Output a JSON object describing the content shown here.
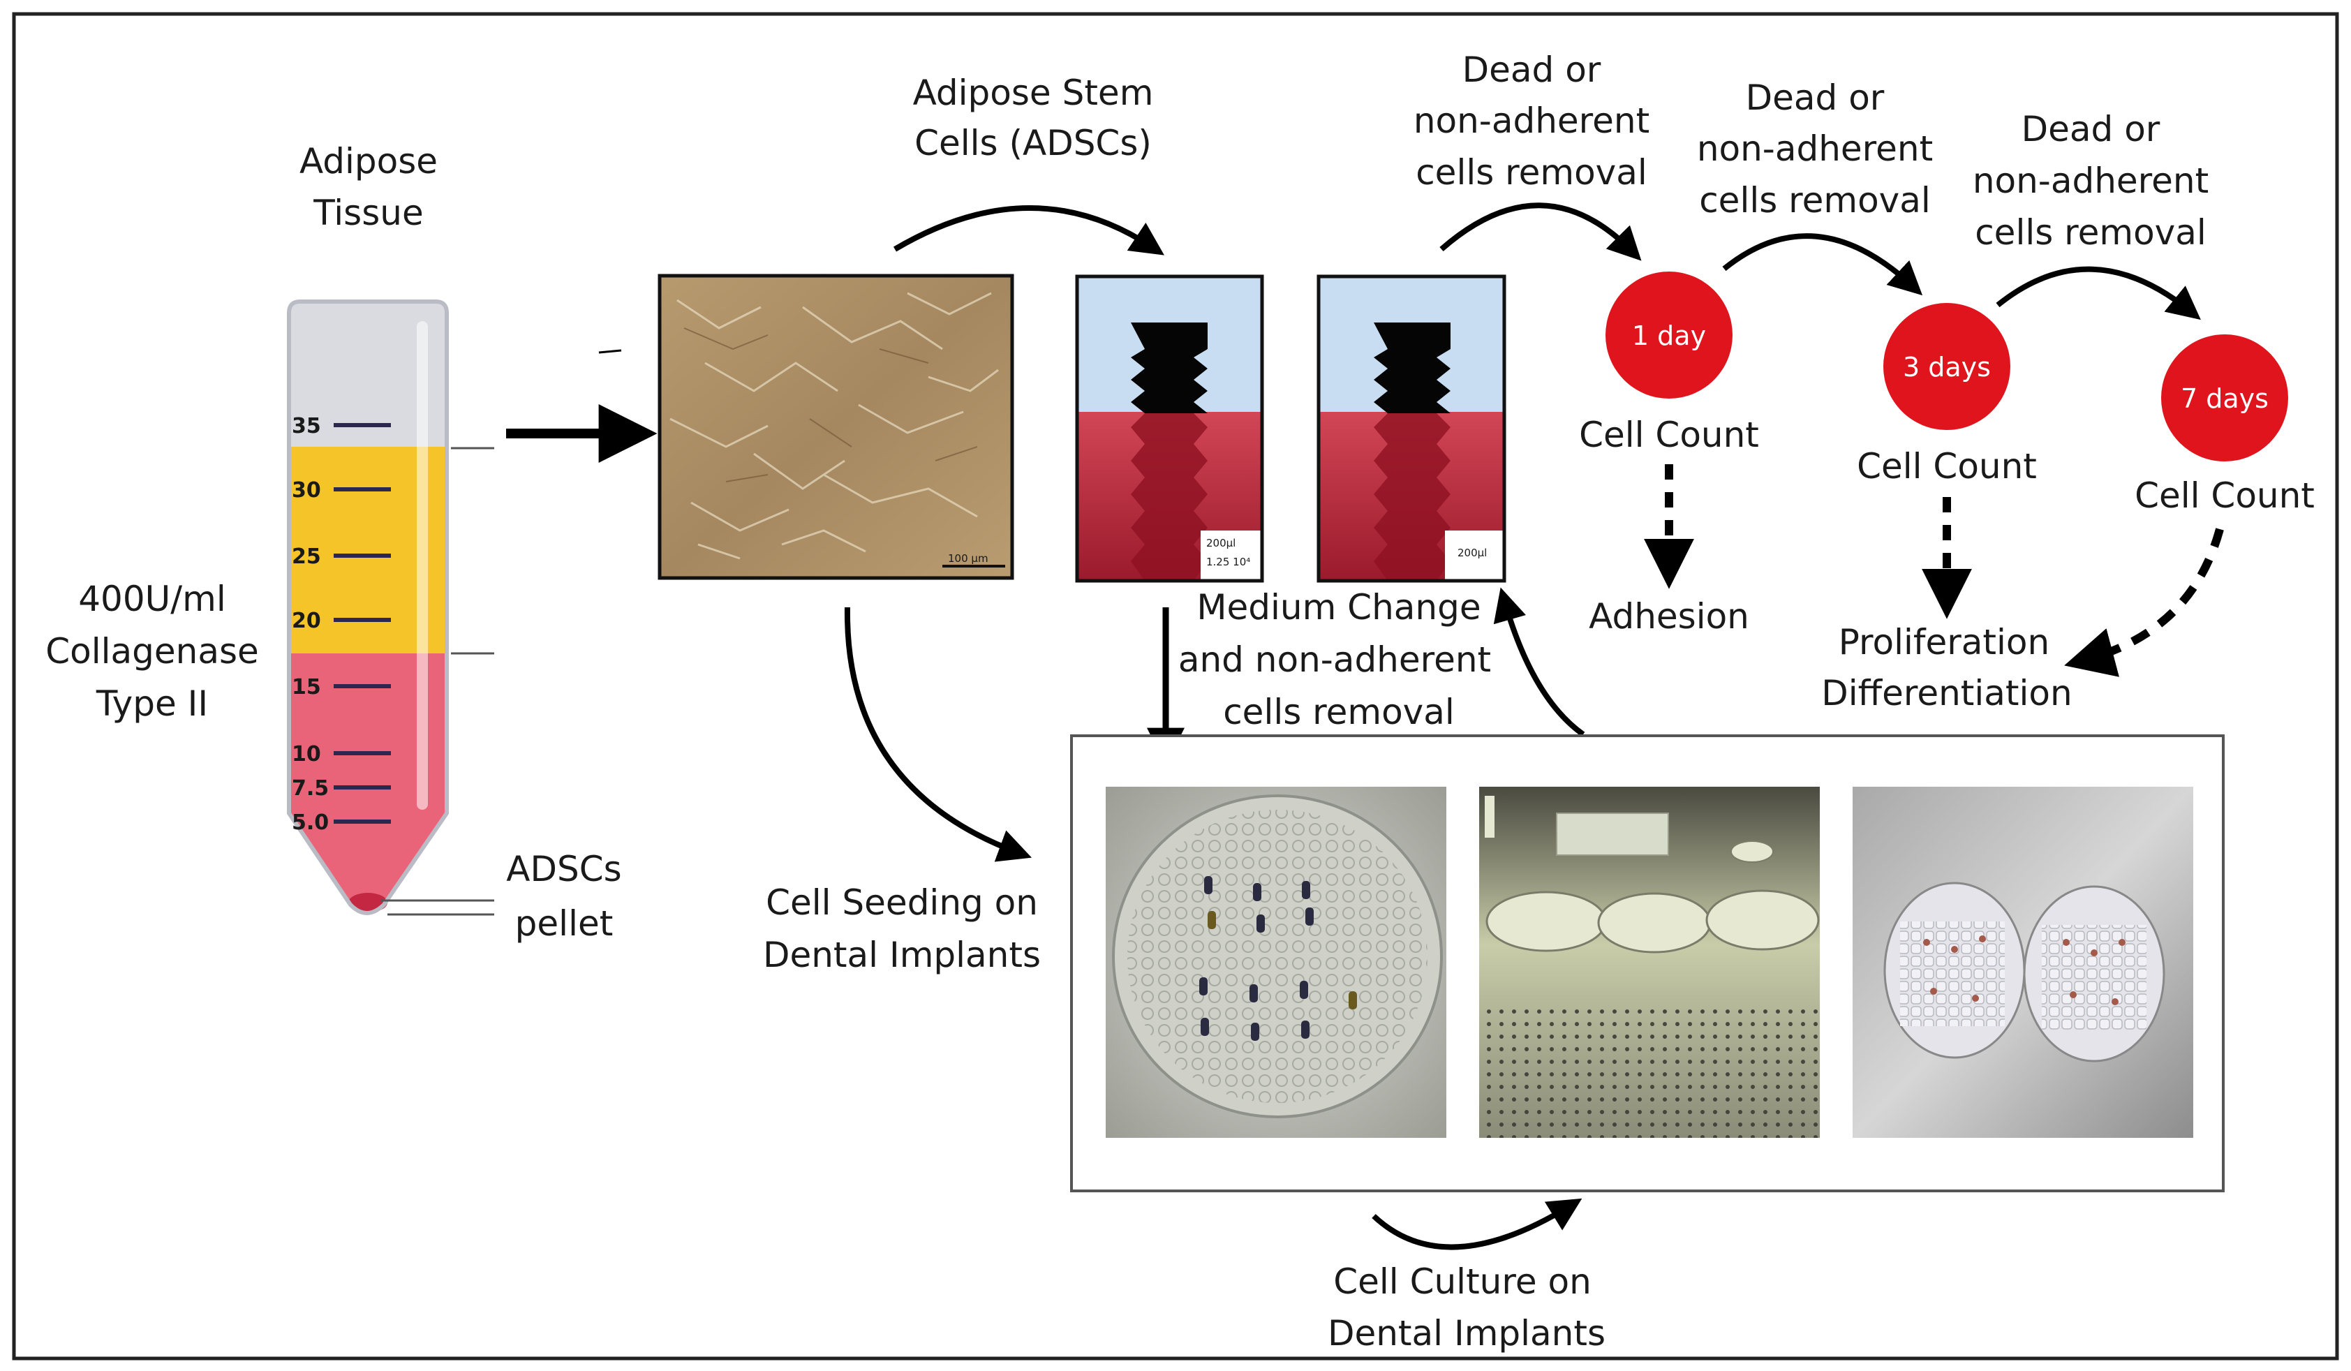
{
  "labels": {
    "adipose_tissue": [
      "Adipose",
      "Tissue"
    ],
    "collagenase": [
      "400U/ml",
      "Collagenase",
      "Type II"
    ],
    "adscs_pellet": [
      "ADSCs",
      "pellet"
    ],
    "adipose_stem_cells": [
      "Adipose Stem",
      "Cells (ADSCs)"
    ],
    "removal_1": [
      "Dead or",
      "non-adherent",
      "cells removal"
    ],
    "removal_2": [
      "Dead or",
      "non-adherent",
      "cells removal"
    ],
    "removal_3": [
      "Dead or",
      "non-adherent",
      "cells removal"
    ],
    "medium_change": [
      "Medium Change",
      "and non-adherent",
      "cells removal"
    ],
    "cell_seeding": [
      "Cell Seeding on",
      "Dental Implants"
    ],
    "cell_culture": [
      "Cell Culture on",
      "Dental Implants"
    ],
    "cell_count_1": "Cell Count",
    "cell_count_2": "Cell Count",
    "cell_count_3": "Cell Count",
    "adhesion": "Adhesion",
    "proliferation": [
      "Proliferation",
      "Differentiation"
    ]
  },
  "timepoints": [
    "1 day",
    "3 days",
    "7 days"
  ],
  "tube": {
    "marks": [
      "35",
      "30",
      "25",
      "20",
      "15",
      "10",
      "7.5",
      "5.0"
    ]
  },
  "micrograph": {
    "scale_label": "100 μm"
  },
  "wells": [
    {
      "volume": "200μl",
      "cells": "1.25 10⁴"
    },
    {
      "volume": "200μl"
    }
  ],
  "colors": {
    "timepoint_circle": "#e0141c",
    "medium_red": "#d64658",
    "fat_yellow": "#f5c428",
    "tube_pink": "#ea6479",
    "tube_grey": "#dadbe0",
    "well_blue": "#c8dcf2"
  }
}
